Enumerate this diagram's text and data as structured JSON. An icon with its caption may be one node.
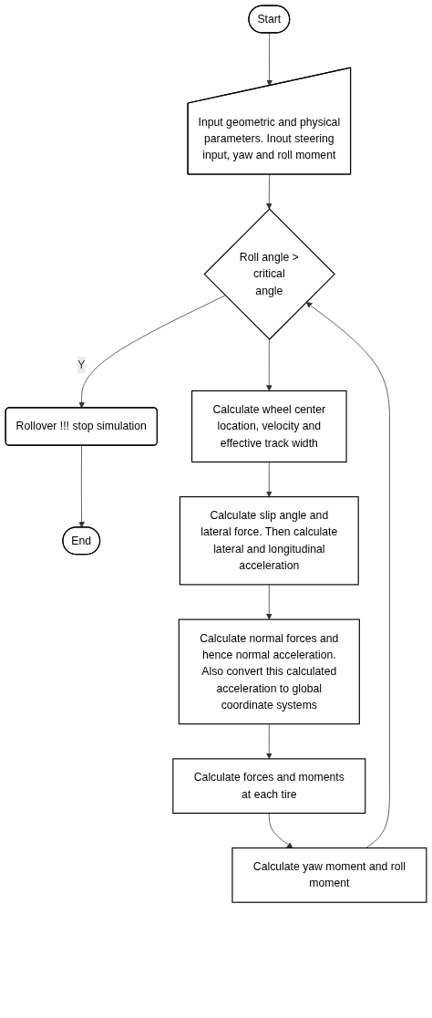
{
  "diagram": {
    "nodes": [
      {
        "text": [
          "Start"
        ]
      },
      {
        "text": [
          "Input geometric and physical parameters. Inout steering input, yaw and roll moment"
        ]
      },
      {
        "text": [
          "Roll angle > critical angle"
        ]
      },
      {
        "text": [
          "Rollover !!! stop simulation"
        ]
      },
      {
        "text": [
          "End"
        ]
      },
      {
        "text": [
          "Calculate wheel center location, velocity and effective track width"
        ]
      },
      {
        "text": [
          "Calculate slip angle and lateral force. Then calculate lateral and longitudinal acceleration"
        ]
      },
      {
        "text": [
          "Calculate normal forces and hence normal acceleration. Also convert this calculated acceleration to global coordinate systems"
        ]
      },
      {
        "text": [
          "Calculate forces and moments at each tire"
        ]
      },
      {
        "text": [
          "Calculate yaw moment and roll moment"
        ]
      }
    ],
    "edges": [
      {
        "from": 0,
        "to": 1,
        "arrow": "to"
      },
      {
        "from": 1,
        "to": 2,
        "arrow": "to"
      },
      {
        "from": 2,
        "to": 3,
        "arrow": "to",
        "label": "Y"
      },
      {
        "from": 3,
        "to": 4,
        "arrow": "to"
      },
      {
        "from": 2,
        "to": 5,
        "arrow": "to"
      },
      {
        "from": 5,
        "to": 6,
        "arrow": "to"
      },
      {
        "from": 6,
        "to": 7,
        "arrow": "to"
      },
      {
        "from": 7,
        "to": 8,
        "arrow": "to"
      },
      {
        "from": 8,
        "to": 9,
        "arrow": "to"
      },
      {
        "from": 9,
        "to": 2,
        "arrow": "to"
      }
    ]
  }
}
